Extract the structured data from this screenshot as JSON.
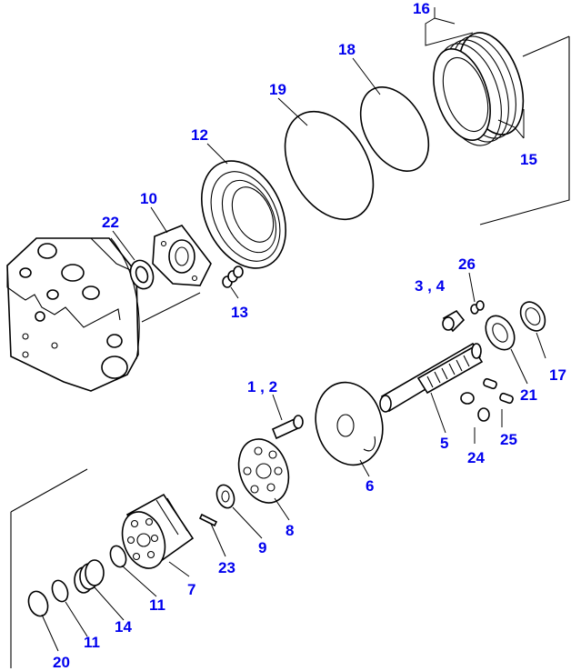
{
  "colors": {
    "callout_text": "#0000ee",
    "line_art": "#000000",
    "background": "#ffffff"
  },
  "callouts": {
    "c16": "16",
    "c18": "18",
    "c19": "19",
    "c12": "12",
    "c15": "15",
    "c10": "10",
    "c22": "22",
    "c26": "26",
    "c3_4": "3 , 4",
    "c13": "13",
    "c17": "17",
    "c1_2": "1 , 2",
    "c21": "21",
    "c25": "25",
    "c5": "5",
    "c24": "24",
    "c6": "6",
    "c8": "8",
    "c9": "9",
    "c23": "23",
    "c7": "7",
    "c11a": "11",
    "c14": "14",
    "c11b": "11",
    "c20": "20"
  }
}
